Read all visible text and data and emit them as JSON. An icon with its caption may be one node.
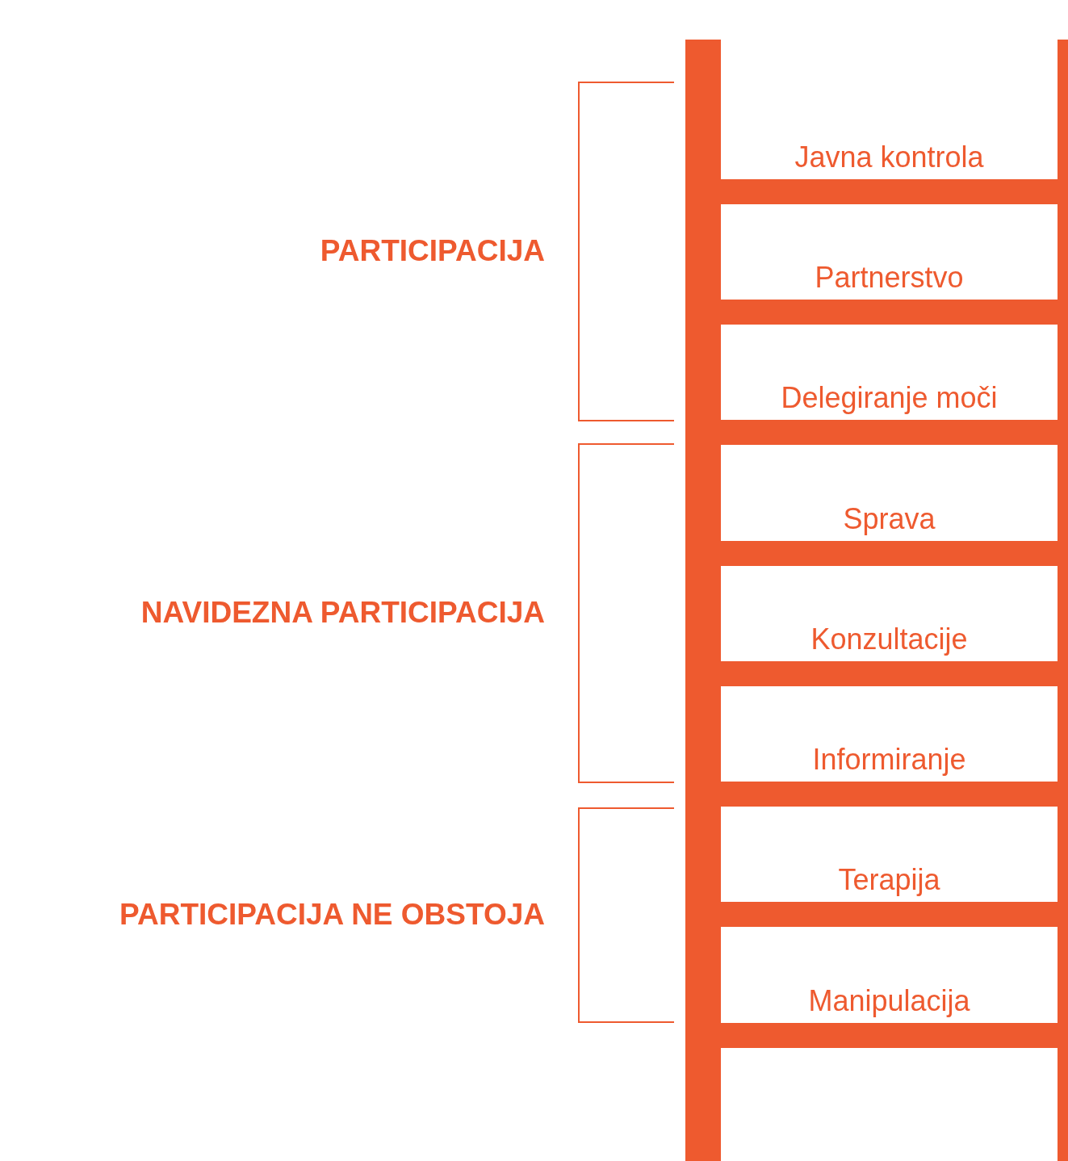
{
  "diagram": {
    "labels": [
      "Javna kontrola",
      "PARTICIPACIJA",
      "Partnerstvo",
      "Delegiranje moči",
      "Sprava",
      "NAVIDEZNA PARTICIPACIJA",
      "Konzultacije",
      "Informiranje",
      "Terapija",
      "PARTICIPACIJA NE OBSTOJA",
      "Manipulacija"
    ]
  }
}
